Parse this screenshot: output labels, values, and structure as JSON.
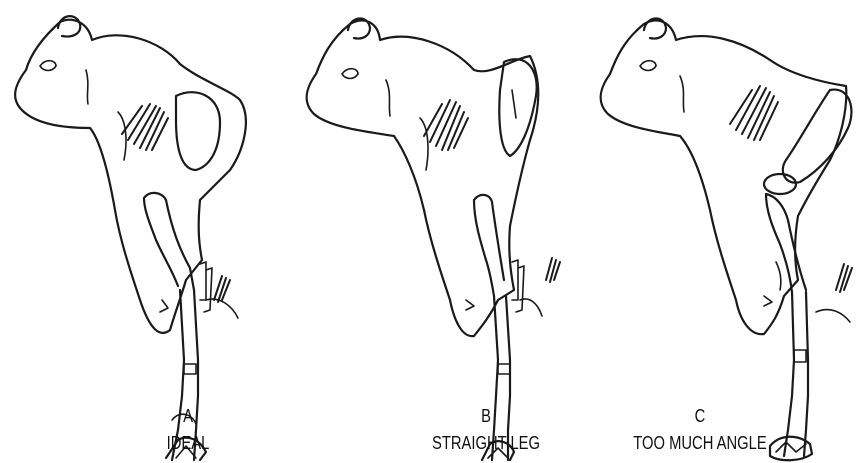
{
  "panels": [
    {
      "letter": "A",
      "caption": "IDEAL",
      "variant": "ideal"
    },
    {
      "letter": "B",
      "caption": "STRAIGHT LEG",
      "variant": "straight-leg"
    },
    {
      "letter": "C",
      "caption": "TOO MUCH ANGLE",
      "variant": "too-much-angle"
    }
  ],
  "colors": {
    "ink": "#1a1a1a",
    "background": "#ffffff"
  }
}
